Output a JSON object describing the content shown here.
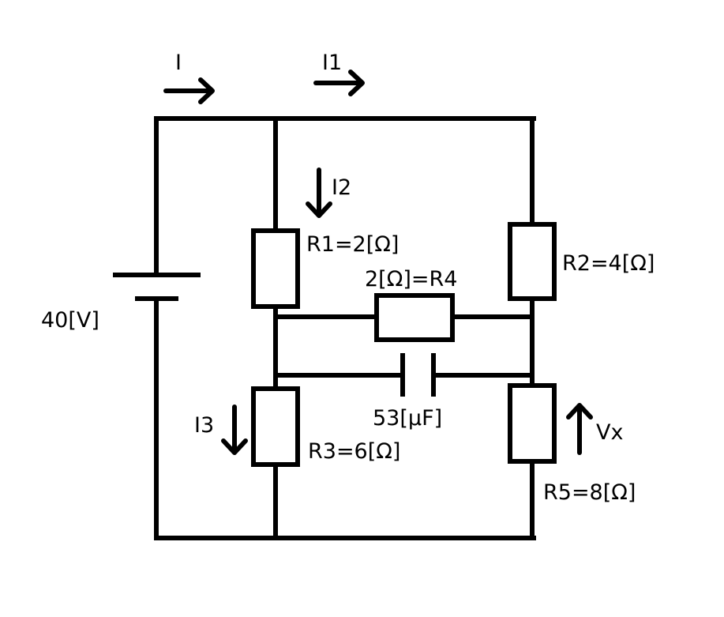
{
  "source": {
    "label": "40[V]"
  },
  "resistors": {
    "r1": {
      "label": "R1=2[Ω]"
    },
    "r2": {
      "label": "R2=4[Ω]"
    },
    "r3": {
      "label": "R3=6[Ω]"
    },
    "r4": {
      "label": "2[Ω]=R4"
    },
    "r5": {
      "label": "R5=8[Ω]"
    }
  },
  "capacitor": {
    "label": "53[μF]"
  },
  "currents": {
    "i": {
      "label": "I"
    },
    "i1": {
      "label": "I1"
    },
    "i2": {
      "label": "I2"
    },
    "i3": {
      "label": "I3"
    }
  },
  "voltage": {
    "label": "Vx"
  }
}
